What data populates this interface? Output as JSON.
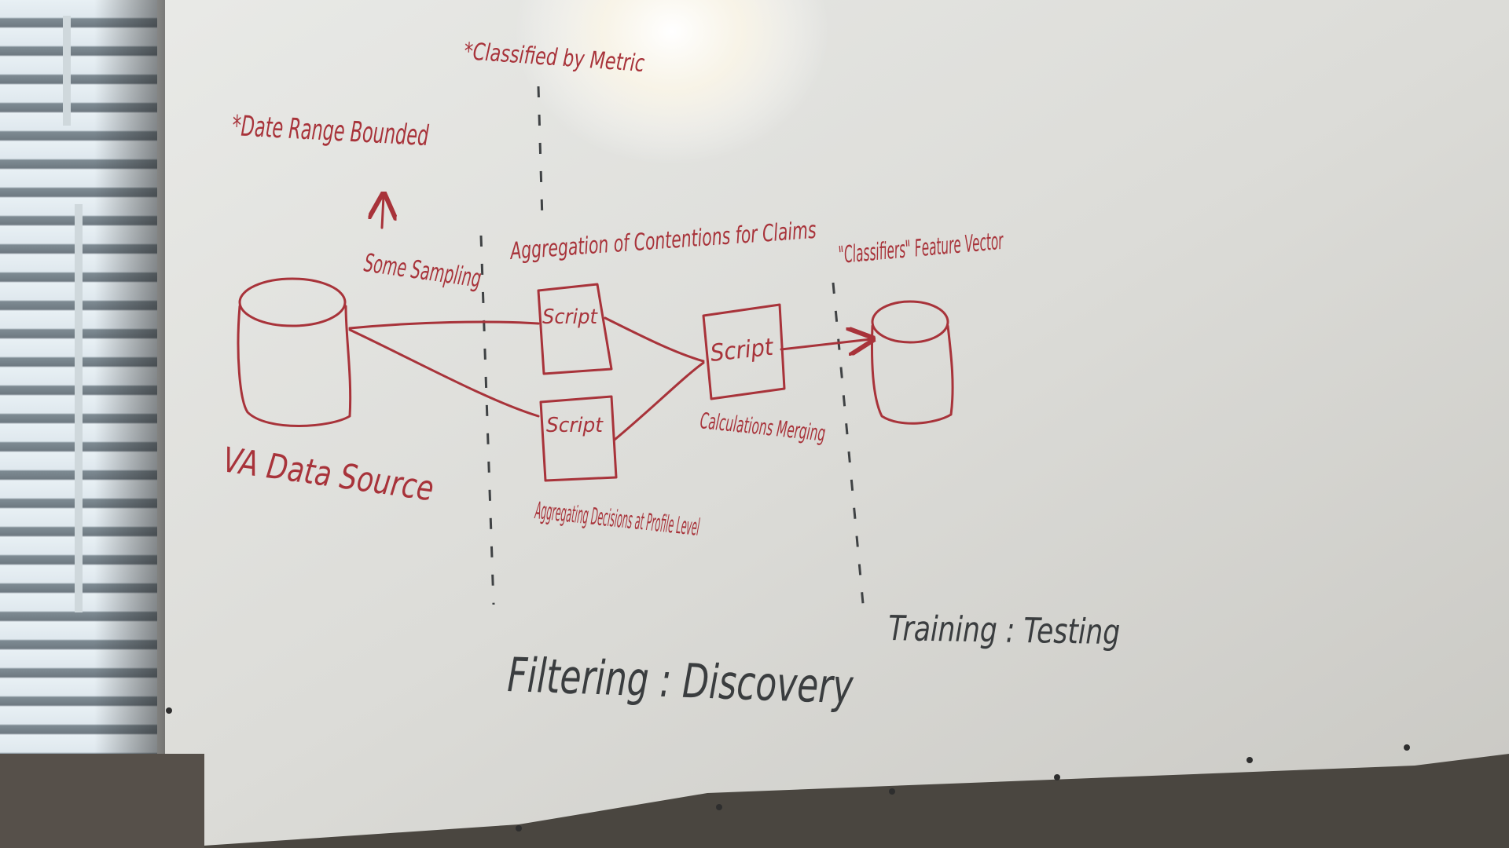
{
  "board": {
    "note_date_range": "*Date Range Bounded",
    "note_classified": "*Classified by Metric",
    "some_sampling": "Some Sampling",
    "aggregation_contentions": "Aggregation of Contentions for Claims",
    "classifiers_feature_vector": "\"Classifiers\" Feature Vector",
    "source_label": "VA Data Source",
    "script_top": "Script",
    "script_bottom": "Script",
    "script_merge": "Script",
    "calculations_merging": "Calculations Merging",
    "aggregating_decisions": "Aggregating Decisions at Profile Level",
    "filtering_discovery": "Filtering : Discovery",
    "training_testing": "Training : Testing"
  },
  "colors": {
    "marker_red": "#a8333a",
    "marker_dark": "#3a3d3f",
    "board_white": "#e6e6e2"
  }
}
